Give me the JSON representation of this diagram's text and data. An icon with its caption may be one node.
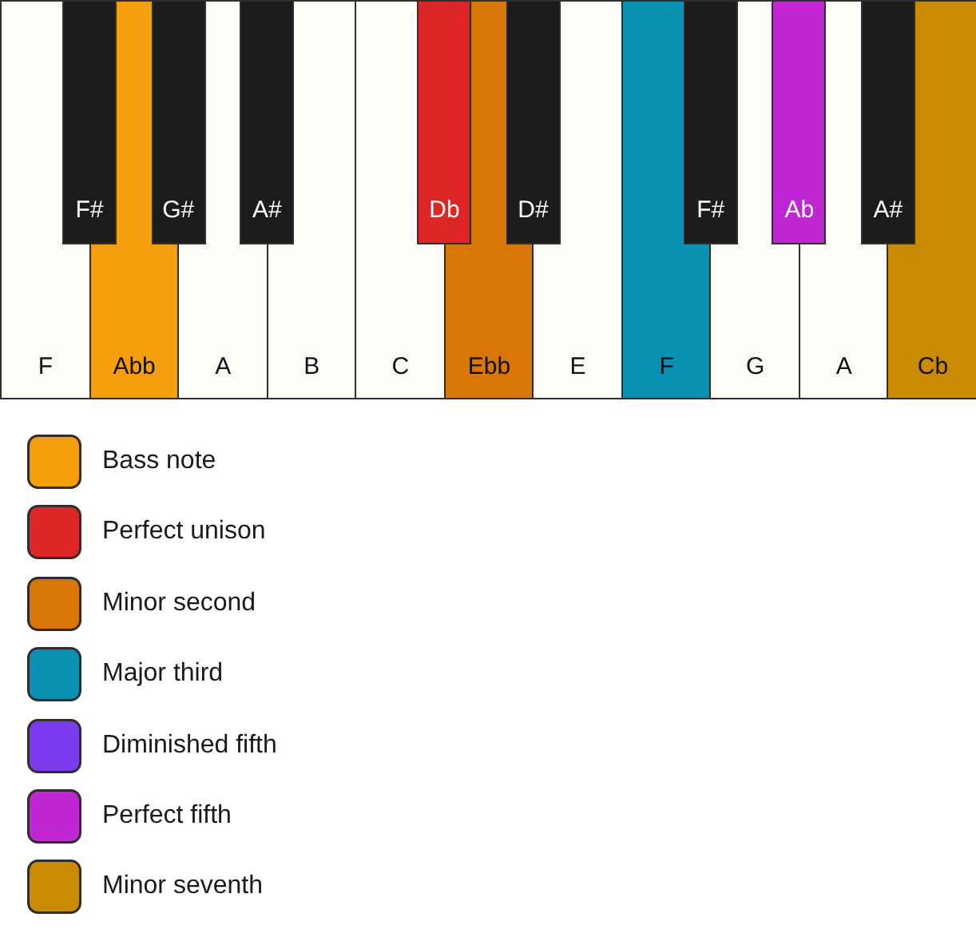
{
  "diagram": {
    "nodes": [
      {
        "text": [
          "F"
        ]
      },
      {
        "text": [
          "F#"
        ]
      },
      {
        "text": [
          "Abb"
        ]
      },
      {
        "text": [
          "G#"
        ]
      },
      {
        "text": [
          "A"
        ]
      },
      {
        "text": [
          "A#"
        ]
      },
      {
        "text": [
          "B"
        ]
      },
      {
        "text": [
          "C"
        ]
      },
      {
        "text": [
          "Db"
        ]
      },
      {
        "text": [
          "Ebb"
        ]
      },
      {
        "text": [
          "D#"
        ]
      },
      {
        "text": [
          "E"
        ]
      },
      {
        "text": [
          "F"
        ]
      },
      {
        "text": [
          "F#"
        ]
      },
      {
        "text": [
          "G"
        ]
      },
      {
        "text": [
          "Ab"
        ]
      },
      {
        "text": [
          "A"
        ]
      },
      {
        "text": [
          "A#"
        ]
      },
      {
        "text": [
          "Cb"
        ]
      }
    ],
    "legend": [
      {
        "text": "Bass note",
        "color": "#f59e0b"
      },
      {
        "text": "Perfect unison",
        "color": "#dc2626"
      },
      {
        "text": "Minor second",
        "color": "#d97706"
      },
      {
        "text": "Major third",
        "color": "#0891b2"
      },
      {
        "text": "Diminished fifth",
        "color": "#7c3aed"
      },
      {
        "text": "Perfect fifth",
        "color": "#c026d3"
      },
      {
        "text": "Minor seventh",
        "color": "#ca8a04"
      }
    ]
  }
}
